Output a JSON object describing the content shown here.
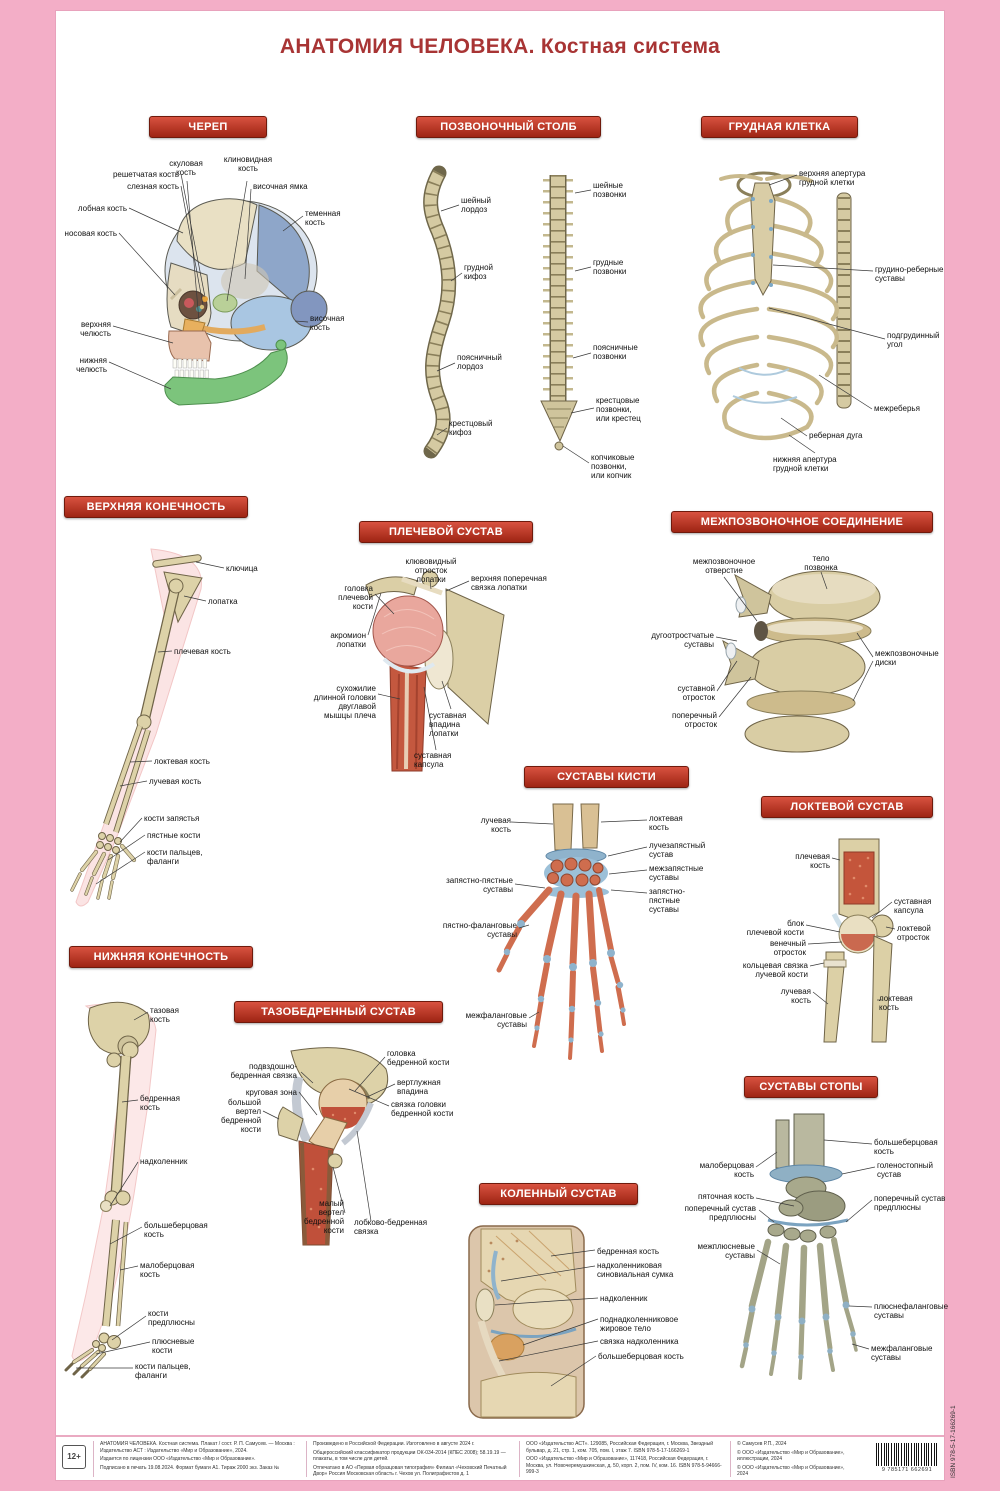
{
  "page": {
    "title": "АНАТОМИЯ ЧЕЛОВЕКА. Костная система"
  },
  "colors": {
    "frame_pink": "#f3aec7",
    "title_red": "#a83434",
    "badge_top": "#d85240",
    "badge_bottom": "#9e2413",
    "badge_border": "#6f1a0c"
  },
  "sections": {
    "skull": {
      "title": "ЧЕРЕП",
      "labels": [
        "скуловая\nкость",
        "клиновидная\nкость",
        "решетчатая кость",
        "слезная кость",
        "височная ямка",
        "лобная кость",
        "теменная\nкость",
        "носовая кость",
        "височная\nкость",
        "верхняя\nчелюсть",
        "нижняя\nчелюсть"
      ]
    },
    "spine": {
      "title": "ПОЗВОНОЧНЫЙ СТОЛБ",
      "left_labels": [
        "шейный\nлордоз",
        "грудной\nкифоз",
        "поясничный\nлордоз",
        "крестцовый\nкифоз"
      ],
      "right_labels": [
        "шейные\nпозвонки",
        "грудные\nпозвонки",
        "поясничные\nпозвонки",
        "крестцовые\nпозвонки,\nили крестец",
        "копчиковые\nпозвонки,\nили копчик"
      ]
    },
    "ribcage": {
      "title": "ГРУДНАЯ КЛЕТКА",
      "labels": [
        "верхняя апертура\nгрудной клетки",
        "грудино-реберные\nсуставы",
        "подгрудинный\nугол",
        "межреберья",
        "реберная дуга",
        "нижняя апертура\nгрудной клетки"
      ]
    },
    "upper_limb": {
      "title": "ВЕРХНЯЯ КОНЕЧНОСТЬ",
      "labels": [
        "ключица",
        "лопатка",
        "плечевая кость",
        "локтевая кость",
        "лучевая кость",
        "кости запястья",
        "пястные кости",
        "кости пальцев,\nфаланги"
      ]
    },
    "shoulder": {
      "title": "ПЛЕЧЕВОЙ СУСТАВ",
      "labels": [
        "клювовидный\nотросток\nлопатки",
        "верхняя поперечная\nсвязка лопатки",
        "головка\nплечевой\nкости",
        "акромион\nлопатки",
        "сухожилие\nдлинной головки\nдвуглавой\nмышцы плеча",
        "суставная\nвпадина\nлопатки",
        "суставная\nкапсула"
      ]
    },
    "intervertebral": {
      "title": "МЕЖПОЗВОНОЧНОЕ СОЕДИНЕНИЕ",
      "labels": [
        "межпозвоночное\nотверстие",
        "тело\nпозвонка",
        "дугоотростчатые\nсуставы",
        "межпозвоночные\nдиски",
        "суставной\nотросток",
        "поперечный\nотросток"
      ]
    },
    "hand": {
      "title": "СУСТАВЫ КИСТИ",
      "labels": [
        "лучевая\nкость",
        "локтевая\nкость",
        "лучезапястный\nсустав",
        "межзапястные\nсуставы",
        "запястно-пястные\nсуставы",
        "запястно-пястные\nсуставы",
        "пястно-фаланговые\nсуставы",
        "межфаланговые\nсуставы"
      ]
    },
    "elbow": {
      "title": "ЛОКТЕВОЙ СУСТАВ",
      "labels": [
        "плечевая\nкость",
        "суставная\nкапсула",
        "блок\nплечевой кости",
        "локтевой\nотросток",
        "венечный\nотросток",
        "кольцевая связка\nлучевой кости",
        "лучевая\nкость",
        "локтевая\nкость"
      ]
    },
    "lower_limb": {
      "title": "НИЖНЯЯ КОНЕЧНОСТЬ",
      "labels": [
        "тазовая\nкость",
        "бедренная\nкость",
        "надколенник",
        "большеберцовая\nкость",
        "малоберцовая\nкость",
        "кости\nпредплюсны",
        "плюсневые\nкости",
        "кости пальцев,\nфаланги"
      ]
    },
    "hip": {
      "title": "ТАЗОБЕДРЕННЫЙ СУСТАВ",
      "labels": [
        "головка\nбедренной кости",
        "подвздошно-\nбедренная связка",
        "круговая зона",
        "вертлужная\nвпадина",
        "связка головки\nбедренной кости",
        "большой\nвертел\nбедренной\nкости",
        "малый\nвертел\nбедренной\nкости",
        "лобково-бедренная\nсвязка"
      ]
    },
    "knee": {
      "title": "КОЛЕННЫЙ СУСТАВ",
      "labels": [
        "бедренная кость",
        "надколенниковая\nсиновиальная сумка",
        "надколенник",
        "поднадколенниковое\nжировое тело",
        "связка надколенника",
        "большеберцовая кость"
      ]
    },
    "foot": {
      "title": "СУСТАВЫ СТОПЫ",
      "labels": [
        "большеберцовая\nкость",
        "малоберцовая\nкость",
        "голеностопный\nсустав",
        "пяточная кость",
        "поперечный сустав\nпредплюсны",
        "поперечный сустав\nпредплюсны",
        "межплюсневые\nсуставы",
        "плюснефаланговые\nсуставы",
        "межфаланговые\nсуставы"
      ]
    }
  },
  "footer": {
    "age_badge": "12+",
    "col1": [
      "АНАТОМИЯ ЧЕЛОВЕКА. Костная система. Плакат / сост. Р. П. Самусев. — Москва : Издательство АСТ : Издательство «Мир и Образование», 2024.",
      "Издается по лицензии ООО «Издательство «Мир и Образование».",
      "Подписано в печать 19.08.2024. Формат бумаги А1. Тираж 2000 экз. Заказ №"
    ],
    "col2": [
      "Произведено в Российской Федерации. Изготовлено в августе 2024 г.",
      "Общероссийский классификатор продукции ОК-034-2014 (КПЕС 2008); 58.19.19 — плакаты, в том числе для детей.",
      "Отпечатано в АО «Первая образцовая типография» Филиал «Чеховский Печатный Двор» Россия Московская область г. Чехов ул. Полиграфистов д. 1"
    ],
    "col3": [
      "ООО «Издательство АСТ». 129085, Российская Федерация, г. Москва, Звездный бульвар, д. 21, стр. 1, ком. 705, пом. I, этаж 7. ISBN 978-5-17-166269-1",
      "ООО «Издательство «Мир и Образование», 117418, Российская Федерация, г. Москва, ул. Новочеремушкинская, д. 50, корп. 2, пом. IV, ком. 16. ISBN 978-5-94666-999-3"
    ],
    "col4": [
      "© Самусев Р.П., 2024",
      "© ООО «Издательство «Мир и Образование», иллюстрации, 2024",
      "© ООО «Издательство «Мир и Образование», 2024"
    ],
    "isbn_vertical": "ISBN 978-5-17-166269-1",
    "barcode_digits": "9 785171 662691"
  }
}
